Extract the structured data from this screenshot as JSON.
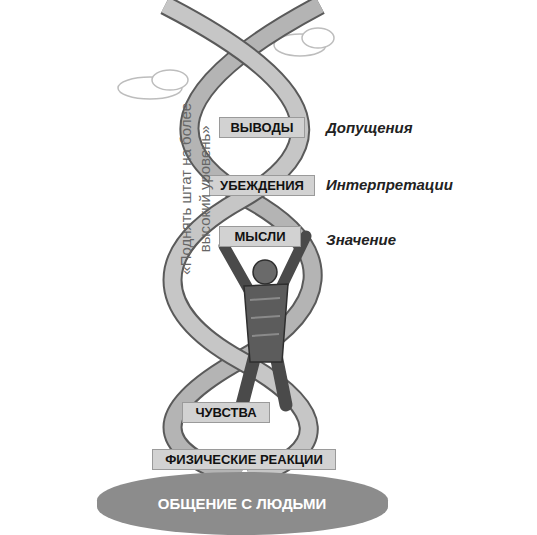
{
  "diagram": {
    "nodes": [
      {
        "text": [
          "ВЫВОДЫ"
        ]
      },
      {
        "text": [
          "УБЕЖДЕНИЯ"
        ]
      },
      {
        "text": [
          "МЫСЛИ"
        ]
      },
      {
        "text": [
          "ЧУВСТВА"
        ]
      },
      {
        "text": [
          "ФИЗИЧЕСКИЕ РЕАКЦИИ"
        ]
      },
      {
        "text": [
          "ОБЩЕНИЕ С ЛЮДЬМИ"
        ]
      }
    ],
    "labels": [
      "Допущения",
      "Интерпретации",
      "Значение",
      "«Поднять штат на более высокий уровень»"
    ]
  }
}
